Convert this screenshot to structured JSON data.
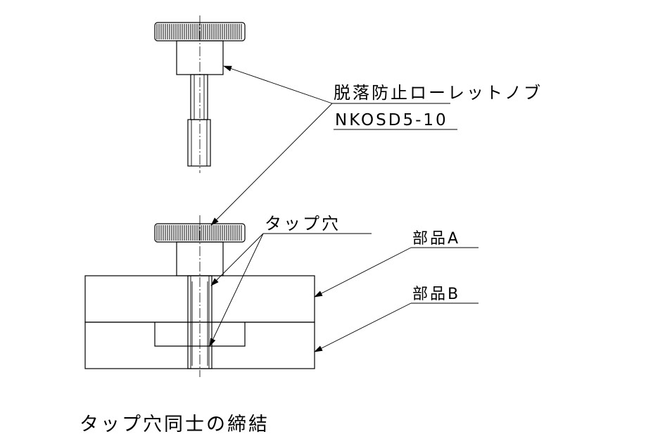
{
  "labels": {
    "part_name": "脱落防止ローレットノブ",
    "part_number": "NKOSD5-10",
    "tapped_hole": "タップ穴",
    "part_a": "部品A",
    "part_b": "部品B",
    "caption": "タップ穴同士の締結"
  }
}
